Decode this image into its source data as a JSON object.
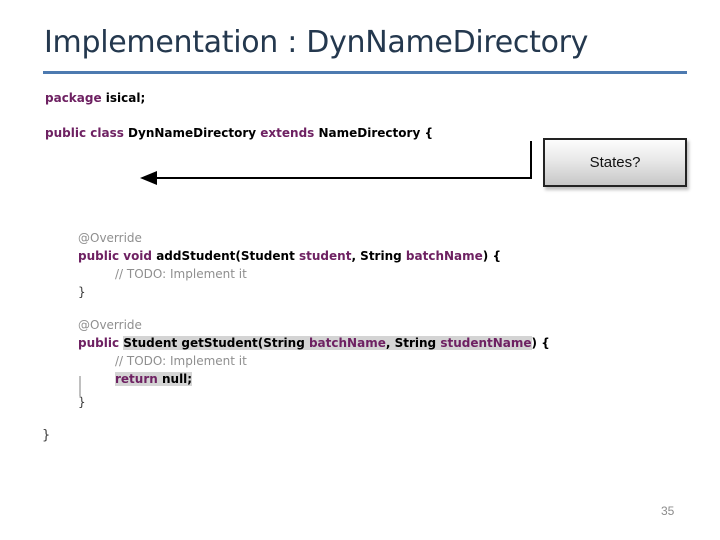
{
  "slide": {
    "title": "Implementation : DynNameDirectory",
    "page_number": "35"
  },
  "colors": {
    "title": "#24384e",
    "rule": "#4d7ab0",
    "kw": "#6e2162",
    "plain": "#000000",
    "comment": "#8f8f8f",
    "brace": "#3a3a3a",
    "highlight": "#d4d4d4",
    "box_border": "#232323",
    "pagenum": "#8c8c8c"
  },
  "callout": {
    "label": "States?"
  },
  "code": {
    "package_line": {
      "indent": 0,
      "tokens": [
        {
          "t": "package ",
          "c": "kw"
        },
        {
          "t": "isical;",
          "c": "pl"
        }
      ]
    },
    "class_line": {
      "indent": 0,
      "tokens": [
        {
          "t": "public class ",
          "c": "kw"
        },
        {
          "t": "DynNameDirectory ",
          "c": "pl"
        },
        {
          "t": "extends ",
          "c": "kw"
        },
        {
          "t": "NameDirectory {",
          "c": "pl"
        }
      ]
    },
    "block1": [
      {
        "indent": 0,
        "tokens": [
          {
            "t": "@Override",
            "c": "cm"
          }
        ]
      },
      {
        "indent": 0,
        "tokens": [
          {
            "t": "public void ",
            "c": "kw"
          },
          {
            "t": "addStudent(Student ",
            "c": "pl"
          },
          {
            "t": "student",
            "c": "kw"
          },
          {
            "t": ", String ",
            "c": "pl"
          },
          {
            "t": "batchName",
            "c": "kw"
          },
          {
            "t": ") {",
            "c": "pl"
          }
        ]
      },
      {
        "indent": 1,
        "tokens": [
          {
            "t": "// TODO: Implement it",
            "c": "cm"
          }
        ]
      },
      {
        "indent": 0,
        "tokens": [
          {
            "t": "}",
            "c": "br"
          }
        ]
      }
    ],
    "block2": [
      {
        "indent": 0,
        "tokens": [
          {
            "t": "@Override",
            "c": "cm"
          }
        ]
      },
      {
        "indent": 0,
        "tokens": [
          {
            "t": "public ",
            "c": "kw"
          },
          {
            "t": "Student getStudent(String ",
            "c": "pl",
            "hl": true
          },
          {
            "t": "batchName",
            "c": "kw",
            "hl": true
          },
          {
            "t": ", String ",
            "c": "pl",
            "hl": true
          },
          {
            "t": "studentName",
            "c": "kw",
            "hl": true
          },
          {
            "t": ") {",
            "c": "pl"
          }
        ]
      },
      {
        "indent": 1,
        "tokens": [
          {
            "t": "// TODO: Implement it",
            "c": "cm"
          }
        ]
      },
      {
        "indent": 1,
        "tokens": [
          {
            "t": "return ",
            "c": "kw",
            "hl": true
          },
          {
            "t": "null;",
            "c": "pl",
            "hl": true
          }
        ]
      },
      {
        "indent": 0,
        "tokens": [
          {
            "t": "}",
            "c": "br"
          }
        ]
      }
    ],
    "final_brace": {
      "indent": 0,
      "tokens": [
        {
          "t": "}",
          "c": "br"
        }
      ]
    }
  }
}
